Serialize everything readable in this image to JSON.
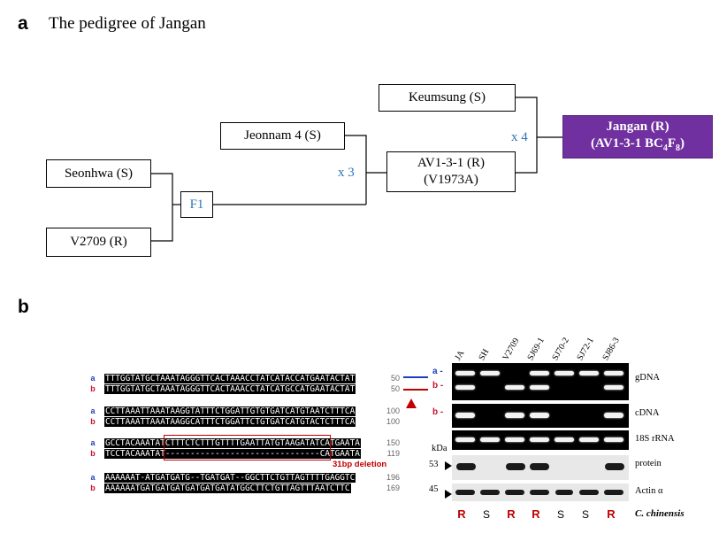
{
  "panel_a": {
    "letter": "a",
    "title": "The pedigree of Jangan",
    "boxes": {
      "seonhwa": "Seonhwa (S)",
      "v2709": "V2709 (R)",
      "f1": "F1",
      "jeonnam": "Jeonnam 4 (S)",
      "av_line1": "AV1-3-1 (R)",
      "av_line2": "(V1973A)",
      "keumsung": "Keumsung (S)",
      "jangan_line1": "Jangan (R)",
      "jangan_line2_pre": "(AV1-3-1 BC",
      "jangan_sub1": "4",
      "jangan_mid": "F",
      "jangan_sub2": "8",
      "jangan_post": ")"
    },
    "crosses": {
      "x3": "x 3",
      "x4": "x 4"
    },
    "colors": {
      "cross": "#2e74b5",
      "jangan_fill": "#7030a0"
    }
  },
  "panel_b": {
    "letter": "b",
    "alignment": {
      "blocks": [
        {
          "a_label": "a",
          "a_seq": "TTTGGTATGCTAAATAGGGTTCACTAAACCTATCATACCATGAATACTAT",
          "a_num": "50",
          "b_label": "b",
          "b_seq": "TTTGGTATGCTAAATAGGGTTCACTAAACCTATCATGCCATGAATACTAT",
          "b_num": "50"
        },
        {
          "a_label": "a",
          "a_seq": "CCTTAAATTAAATAAGGTATTTCTGGATTGTGTGATCATGTAATCTTTCA",
          "a_num": "100",
          "b_label": "b",
          "b_seq": "CCTTAAATTAAATAAGGCATTTCTGGATTCTGTGATCATGTACTCTTTCA",
          "b_num": "100"
        },
        {
          "a_label": "a",
          "a_seq": "GCCTACAAATATCTTTCTCTTTGTTTTGAATTATGTAAGATATCATGAATA",
          "a_num": "150",
          "b_label": "b",
          "b_seq": "TCCTACAAATAT-------------------------------CATGAATA",
          "b_num": "119"
        },
        {
          "a_label": "a",
          "a_seq": "AAAAAAT-ATGATGATG--TGATGAT--GGCTTCTGTTAGTTTTGAGGTC",
          "a_num": "196",
          "b_label": "b",
          "b_seq": "AAAAAATGATGATGATGATGATGATATGGCTTCTGTTAGTTTAATCTTC",
          "b_num": "169"
        }
      ],
      "deletion_label": "31bp deletion"
    },
    "gels": {
      "lanes": [
        "JA",
        "SH",
        "V2709",
        "SJ69-1",
        "SJ70-2",
        "SJ72-1",
        "SJ86-3"
      ],
      "gdna_label": "gDNA",
      "cdna_label": "cDNA",
      "rrna_label": "18S rRNA",
      "protein_label": "protein",
      "actin_label": "Actin α",
      "kda_label": "kDa",
      "kda_53": "53",
      "kda_45": "45",
      "marker_a": "a -",
      "marker_b": "b -",
      "marker_b2": "b -",
      "phenotypes": [
        "R",
        "S",
        "R",
        "R",
        "S",
        "S",
        "R"
      ],
      "species": "C. chinensis"
    }
  }
}
